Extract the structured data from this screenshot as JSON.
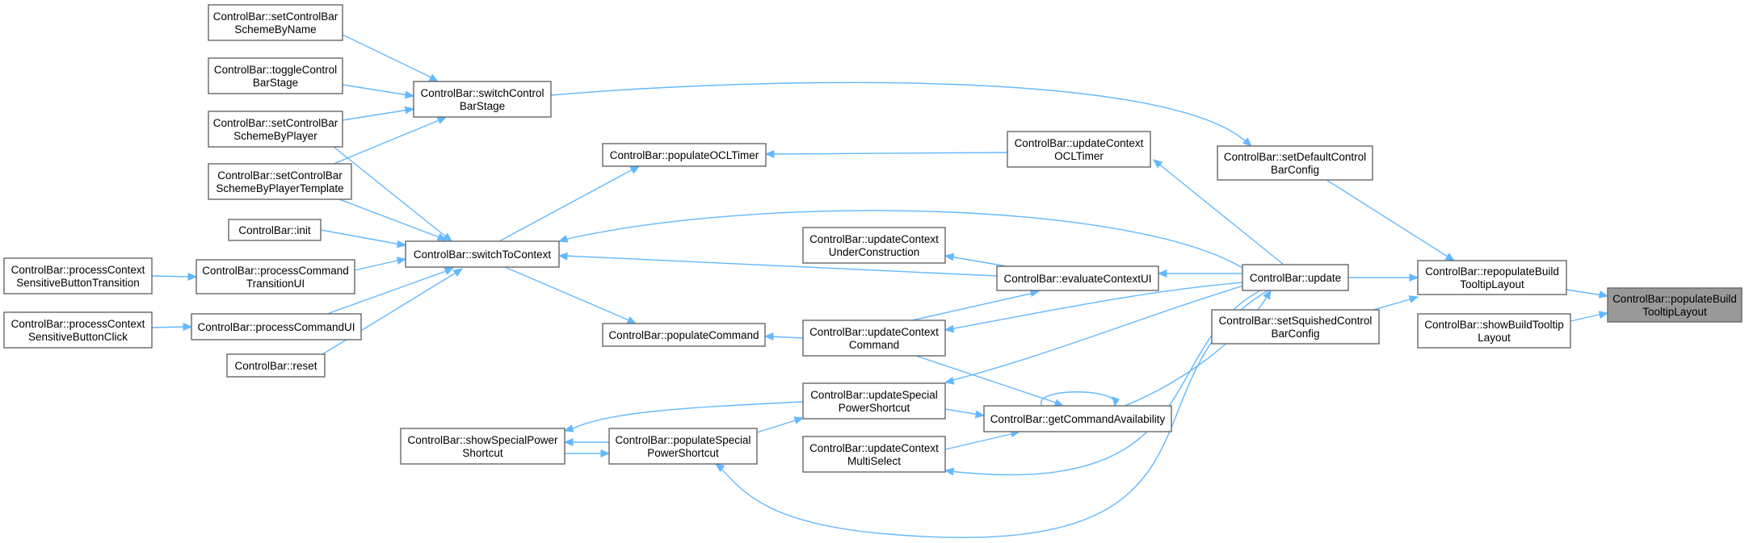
{
  "graph": {
    "nodes": [
      {
        "id": "populateBuildTooltipLayout",
        "lines": [
          "ControlBar::populateBuild",
          "TooltipLayout"
        ],
        "focus": true
      },
      {
        "id": "repopulateBuildTooltipLayout",
        "lines": [
          "ControlBar::repopulateBuild",
          "TooltipLayout"
        ]
      },
      {
        "id": "showBuildTooltipLayout",
        "lines": [
          "ControlBar::showBuildTooltip",
          "Layout"
        ]
      },
      {
        "id": "setDefaultControlBarConfig",
        "lines": [
          "ControlBar::setDefaultControl",
          "BarConfig"
        ]
      },
      {
        "id": "update",
        "lines": [
          "ControlBar::update"
        ]
      },
      {
        "id": "setSquishedControlBarConfig",
        "lines": [
          "ControlBar::setSquishedControl",
          "BarConfig"
        ]
      },
      {
        "id": "switchControlBarStage",
        "lines": [
          "ControlBar::switchControl",
          "BarStage"
        ]
      },
      {
        "id": "setControlBarSchemeByName",
        "lines": [
          "ControlBar::setControlBar",
          "SchemeByName"
        ]
      },
      {
        "id": "toggleControlBarStage",
        "lines": [
          "ControlBar::toggleControl",
          "BarStage"
        ]
      },
      {
        "id": "setControlBarSchemeByPlayer",
        "lines": [
          "ControlBar::setControlBar",
          "SchemeByPlayer"
        ]
      },
      {
        "id": "setControlBarSchemeByPlayerTemplate",
        "lines": [
          "ControlBar::setControlBar",
          "SchemeByPlayerTemplate"
        ]
      },
      {
        "id": "switchToContext",
        "lines": [
          "ControlBar::switchToContext"
        ]
      },
      {
        "id": "init",
        "lines": [
          "ControlBar::init"
        ]
      },
      {
        "id": "processCommandTransitionUI",
        "lines": [
          "ControlBar::processCommand",
          "TransitionUI"
        ]
      },
      {
        "id": "processContextSensitiveButtonTransition",
        "lines": [
          "ControlBar::processContext",
          "SensitiveButtonTransition"
        ]
      },
      {
        "id": "processCommandUI",
        "lines": [
          "ControlBar::processCommandUI"
        ]
      },
      {
        "id": "processContextSensitiveButtonClick",
        "lines": [
          "ControlBar::processContext",
          "SensitiveButtonClick"
        ]
      },
      {
        "id": "reset",
        "lines": [
          "ControlBar::reset"
        ]
      },
      {
        "id": "populateOCLTimer",
        "lines": [
          "ControlBar::populateOCLTimer"
        ]
      },
      {
        "id": "updateContextOCLTimer",
        "lines": [
          "ControlBar::updateContext",
          "OCLTimer"
        ]
      },
      {
        "id": "updateContextUnderConstruction",
        "lines": [
          "ControlBar::updateContext",
          "UnderConstruction"
        ]
      },
      {
        "id": "evaluateContextUI",
        "lines": [
          "ControlBar::evaluateContextUI"
        ]
      },
      {
        "id": "populateCommand",
        "lines": [
          "ControlBar::populateCommand"
        ]
      },
      {
        "id": "updateContextCommand",
        "lines": [
          "ControlBar::updateContext",
          "Command"
        ]
      },
      {
        "id": "updateSpecialPowerShortcut",
        "lines": [
          "ControlBar::updateSpecial",
          "PowerShortcut"
        ]
      },
      {
        "id": "getCommandAvailability",
        "lines": [
          "ControlBar::getCommandAvailability"
        ]
      },
      {
        "id": "showSpecialPowerShortcut",
        "lines": [
          "ControlBar::showSpecialPower",
          "Shortcut"
        ]
      },
      {
        "id": "populateSpecialPowerShortcut",
        "lines": [
          "ControlBar::populateSpecial",
          "PowerShortcut"
        ]
      },
      {
        "id": "updateContextMultiSelect",
        "lines": [
          "ControlBar::updateContext",
          "MultiSelect"
        ]
      }
    ],
    "edges": [
      {
        "from": "repopulateBuildTooltipLayout",
        "to": "populateBuildTooltipLayout"
      },
      {
        "from": "showBuildTooltipLayout",
        "to": "populateBuildTooltipLayout"
      },
      {
        "from": "setDefaultControlBarConfig",
        "to": "repopulateBuildTooltipLayout"
      },
      {
        "from": "update",
        "to": "repopulateBuildTooltipLayout"
      },
      {
        "from": "setSquishedControlBarConfig",
        "to": "repopulateBuildTooltipLayout"
      },
      {
        "from": "switchControlBarStage",
        "to": "setDefaultControlBarConfig"
      },
      {
        "from": "setControlBarSchemeByName",
        "to": "switchControlBarStage"
      },
      {
        "from": "toggleControlBarStage",
        "to": "switchControlBarStage"
      },
      {
        "from": "setControlBarSchemeByPlayer",
        "to": "switchControlBarStage"
      },
      {
        "from": "setControlBarSchemeByPlayerTemplate",
        "to": "switchControlBarStage"
      },
      {
        "from": "setControlBarSchemeByPlayer",
        "to": "switchToContext"
      },
      {
        "from": "setControlBarSchemeByPlayerTemplate",
        "to": "switchToContext"
      },
      {
        "from": "init",
        "to": "switchToContext"
      },
      {
        "from": "processCommandTransitionUI",
        "to": "switchToContext"
      },
      {
        "from": "processCommandUI",
        "to": "switchToContext"
      },
      {
        "from": "reset",
        "to": "switchToContext"
      },
      {
        "from": "processContextSensitiveButtonTransition",
        "to": "processCommandTransitionUI"
      },
      {
        "from": "processContextSensitiveButtonClick",
        "to": "processCommandUI"
      },
      {
        "from": "update",
        "to": "switchToContext"
      },
      {
        "from": "evaluateContextUI",
        "to": "switchToContext"
      },
      {
        "from": "switchToContext",
        "to": "populateOCLTimer"
      },
      {
        "from": "switchToContext",
        "to": "populateCommand"
      },
      {
        "from": "updateContextOCLTimer",
        "to": "populateOCLTimer"
      },
      {
        "from": "update",
        "to": "updateContextOCLTimer"
      },
      {
        "from": "evaluateContextUI",
        "to": "updateContextUnderConstruction"
      },
      {
        "from": "update",
        "to": "evaluateContextUI"
      },
      {
        "from": "updateContextCommand",
        "to": "evaluateContextUI"
      },
      {
        "from": "update",
        "to": "updateContextCommand"
      },
      {
        "from": "updateContextCommand",
        "to": "populateCommand"
      },
      {
        "from": "update",
        "to": "updateSpecialPowerShortcut"
      },
      {
        "from": "update",
        "to": "updateContextMultiSelect"
      },
      {
        "from": "update",
        "to": "populateSpecialPowerShortcut"
      },
      {
        "from": "getCommandAvailability",
        "to": "update"
      },
      {
        "from": "updateContextCommand",
        "to": "getCommandAvailability"
      },
      {
        "from": "updateSpecialPowerShortcut",
        "to": "getCommandAvailability"
      },
      {
        "from": "updateContextMultiSelect",
        "to": "getCommandAvailability"
      },
      {
        "from": "getCommandAvailability",
        "to": "getCommandAvailability"
      },
      {
        "from": "updateSpecialPowerShortcut",
        "to": "showSpecialPowerShortcut"
      },
      {
        "from": "populateSpecialPowerShortcut",
        "to": "updateSpecialPowerShortcut"
      },
      {
        "from": "populateSpecialPowerShortcut",
        "to": "showSpecialPowerShortcut"
      },
      {
        "from": "showSpecialPowerShortcut",
        "to": "populateSpecialPowerShortcut"
      }
    ]
  }
}
